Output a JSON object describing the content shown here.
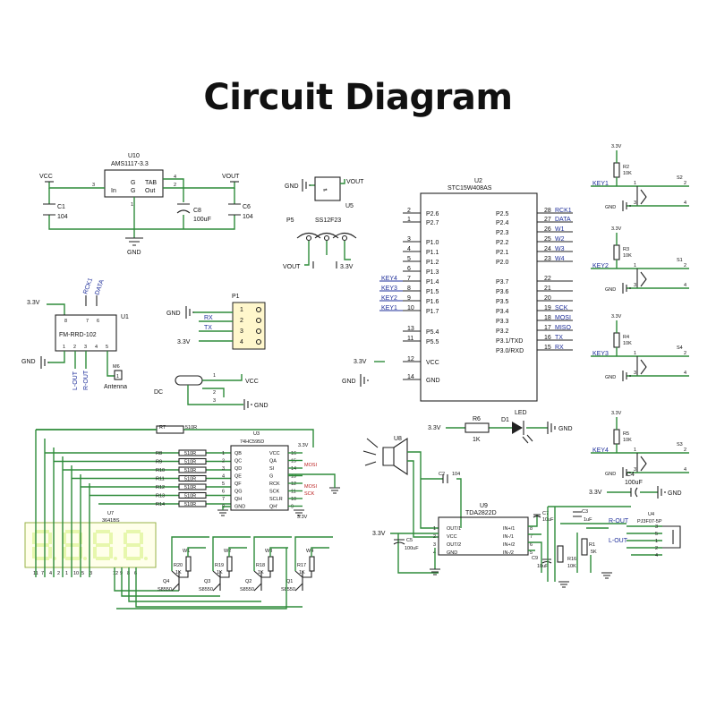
{
  "title": "Circuit Diagram",
  "power": {
    "u10_ref": "U10",
    "u10_part": "AMS1117-3.3",
    "u10_in": "In",
    "u10_gnd": "G",
    "u10_out": "Out",
    "u10_tab": "TAB",
    "pin3": "3",
    "pin4": "4",
    "pin2": "2",
    "pin1": "1",
    "vcc": "VCC",
    "vout": "VOUT",
    "c1": "C1",
    "c1v": "104",
    "c8": "C8",
    "c8v": "100uF",
    "c6": "C6",
    "c6v": "104",
    "gnd": "GND"
  },
  "switch": {
    "gnd": "GND",
    "vout": "VOUT",
    "u5": "U5",
    "p5": "P5",
    "part": "SS12F23",
    "vout2": "VOUT",
    "v33": "3.3V"
  },
  "mcu": {
    "ref": "U2",
    "part": "STC15W408AS",
    "left": [
      {
        "n": "2",
        "l": "P2.6"
      },
      {
        "n": "1",
        "l": "P2.7"
      },
      {
        "n": "3",
        "l": "P1.0"
      },
      {
        "n": "4",
        "l": "P1.1"
      },
      {
        "n": "5",
        "l": "P1.2"
      },
      {
        "n": "6",
        "l": "P1.3"
      },
      {
        "n": "7",
        "l": "P1.4"
      },
      {
        "n": "8",
        "l": "P1.5"
      },
      {
        "n": "9",
        "l": "P1.6"
      },
      {
        "n": "10",
        "l": "P1.7"
      },
      {
        "n": "13",
        "l": "P5.4"
      },
      {
        "n": "11",
        "l": "P5.5"
      },
      {
        "n": "12",
        "l": "VCC"
      },
      {
        "n": "14",
        "l": "GND"
      }
    ],
    "right": [
      {
        "n": "28",
        "l": "P2.5"
      },
      {
        "n": "27",
        "l": "P2.4"
      },
      {
        "n": "26",
        "l": "P2.3"
      },
      {
        "n": "25",
        "l": "P2.2"
      },
      {
        "n": "24",
        "l": "P2.1"
      },
      {
        "n": "23",
        "l": "P2.0"
      },
      {
        "n": "22",
        "l": "P3.7"
      },
      {
        "n": "21",
        "l": "P3.6"
      },
      {
        "n": "20",
        "l": "P3.5"
      },
      {
        "n": "19",
        "l": "P3.4"
      },
      {
        "n": "18",
        "l": "P3.3"
      },
      {
        "n": "17",
        "l": "P3.2"
      },
      {
        "n": "16",
        "l": "P3.1/TXD"
      },
      {
        "n": "15",
        "l": "P3.0/RXD"
      }
    ],
    "rnets": [
      "RCK1",
      "DATA",
      "W1",
      "W2",
      "W3",
      "W4",
      "",
      "",
      "",
      "SCK",
      "MOSI",
      "MISO",
      "TX",
      "RX"
    ],
    "lnets": [
      "",
      "",
      "",
      "",
      "",
      "",
      "KEY4",
      "KEY3",
      "KEY2",
      "KEY1",
      "",
      "",
      "",
      ""
    ],
    "v33": "3.3V",
    "gnd": "GND"
  },
  "rf": {
    "ref": "U1",
    "part": "FM-RRD-102",
    "v33": "3.3V",
    "gnd": "GND",
    "rck1": "RCK1",
    "data": "DATA",
    "lout": "L-OUT",
    "rout": "R-OUT",
    "pins_top": [
      "8",
      "7",
      "6"
    ],
    "pins_bot": [
      "1",
      "2",
      "3",
      "4",
      "5"
    ],
    "ant_ref": "M6",
    "ant": "Antenna",
    "ant_pin": "1"
  },
  "p1": {
    "ref": "P1",
    "gnd": "GND",
    "rx": "RX",
    "tx": "TX",
    "v33": "3.3V",
    "pins": [
      "1",
      "2",
      "3",
      "4"
    ]
  },
  "dc": {
    "label": "DC",
    "vcc": "VCC",
    "gnd": "GND",
    "pins": [
      "1",
      "2",
      "3"
    ]
  },
  "shift": {
    "ref": "U3",
    "part": "74HC595D",
    "r_ref": "R7",
    "r_val": "510R",
    "refs": [
      "R8",
      "R9",
      "R10",
      "R11",
      "R12",
      "R13",
      "R14"
    ],
    "lp": [
      "QB",
      "QC",
      "QD",
      "QE",
      "QF",
      "QG",
      "QH",
      "GND"
    ],
    "ln": [
      "1",
      "2",
      "3",
      "4",
      "5",
      "6",
      "7",
      "8"
    ],
    "rp": [
      "VCC",
      "QA",
      "SI",
      "G",
      "RCK",
      "SCK",
      "SCLR",
      "QH'"
    ],
    "rn": [
      "16",
      "15",
      "14",
      "13",
      "12",
      "11",
      "10",
      "9"
    ],
    "v33": "3.3V",
    "mosi": "MOSI",
    "sck": "SCK",
    "v33b": "3.3V"
  },
  "disp": {
    "ref": "U7",
    "part": "3641BS",
    "pins": [
      "11",
      "7",
      "4",
      "2",
      "1",
      "10",
      "5",
      "3"
    ],
    "cpins": [
      "12",
      "9",
      "8",
      "6"
    ]
  },
  "trans": [
    {
      "q": "Q4",
      "r": "R20",
      "rv": "1K",
      "w": "W1",
      "p": "S8550"
    },
    {
      "q": "Q3",
      "r": "R19",
      "rv": "1K",
      "w": "W2",
      "p": "S8550"
    },
    {
      "q": "Q2",
      "r": "R18",
      "rv": "1K",
      "w": "W3",
      "p": "S8550"
    },
    {
      "q": "Q1",
      "r": "R17",
      "rv": "1K",
      "w": "W4",
      "p": "S8550"
    }
  ],
  "keys": [
    {
      "r": "R2",
      "rv": "10K",
      "s": "S2",
      "k": "KEY1"
    },
    {
      "r": "R3",
      "rv": "10K",
      "s": "S1",
      "k": "KEY2"
    },
    {
      "r": "R4",
      "rv": "10K",
      "s": "S4",
      "k": "KEY3"
    },
    {
      "r": "R5",
      "rv": "10K",
      "s": "S3",
      "k": "KEY4"
    }
  ],
  "keyv": "3.3V",
  "keygnd": "GND",
  "swpins": [
    "1",
    "2",
    "3",
    "4"
  ],
  "led": {
    "v33": "3.3V",
    "r": "R6",
    "rv": "1K",
    "d": "D1",
    "dl": "LED",
    "gnd": "GND"
  },
  "amp": {
    "u8": "U8",
    "c2": "C2",
    "c2v": "104",
    "ref": "U9",
    "part": "TDA2822D",
    "lp": [
      "OUT/1",
      "VCC",
      "OUT/2",
      "GND"
    ],
    "ln": [
      "1",
      "2",
      "3",
      "4"
    ],
    "rp": [
      "IN+/1",
      "IN-/1",
      "IN+/2",
      "IN-/2"
    ],
    "rn": [
      "8",
      "7",
      "6",
      "5"
    ],
    "v33": "3.3V",
    "c5": "C5",
    "c5v": "100uF",
    "c7": "C7",
    "c7v": "10uF",
    "c3": "C3",
    "c3v": "1uF",
    "c9": "C9",
    "c9v": "10uF",
    "r16": "R16",
    "r16v": "10K",
    "r1": "R1",
    "r1v": "5K",
    "c4": "C4",
    "c4v": "100uF",
    "v33b": "3.3V",
    "gnd": "GND",
    "u4": "U4",
    "u4p": "PJ3F07-5P",
    "rout": "R-OUT",
    "lout": "L-OUT",
    "jpins": [
      "3",
      "5",
      "1",
      "2",
      "4"
    ]
  }
}
